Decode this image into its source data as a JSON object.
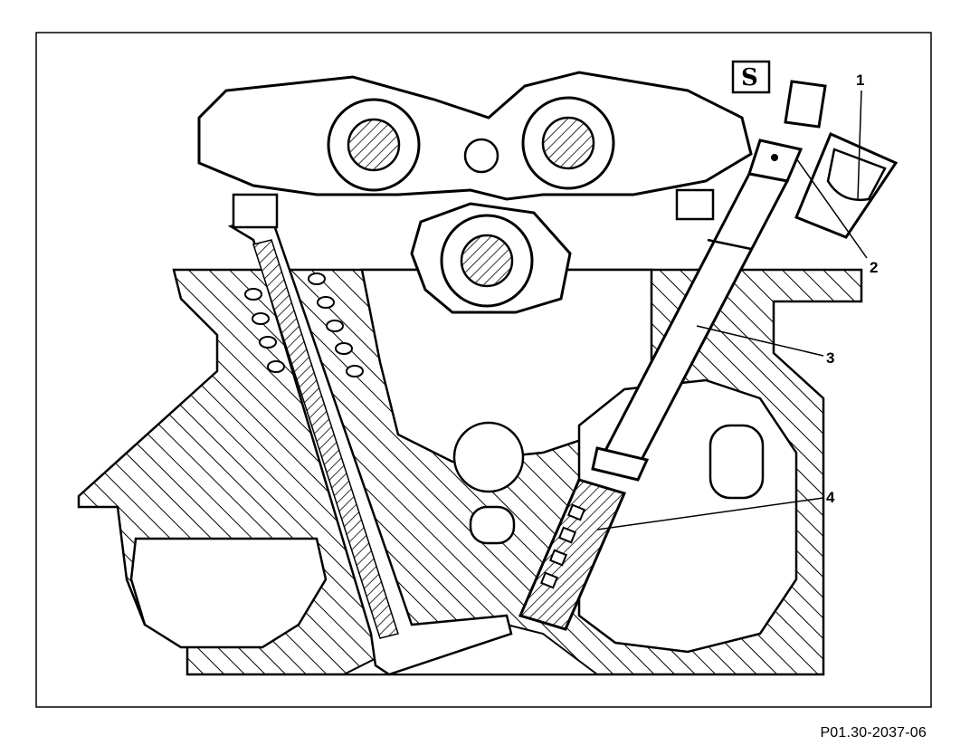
{
  "diagram": {
    "symbol_label": "S",
    "callouts": [
      {
        "id": "1",
        "label": "1"
      },
      {
        "id": "2",
        "label": "2"
      },
      {
        "id": "3",
        "label": "3"
      },
      {
        "id": "4",
        "label": "4"
      }
    ],
    "reference_code": "P01.30-2037-06"
  }
}
